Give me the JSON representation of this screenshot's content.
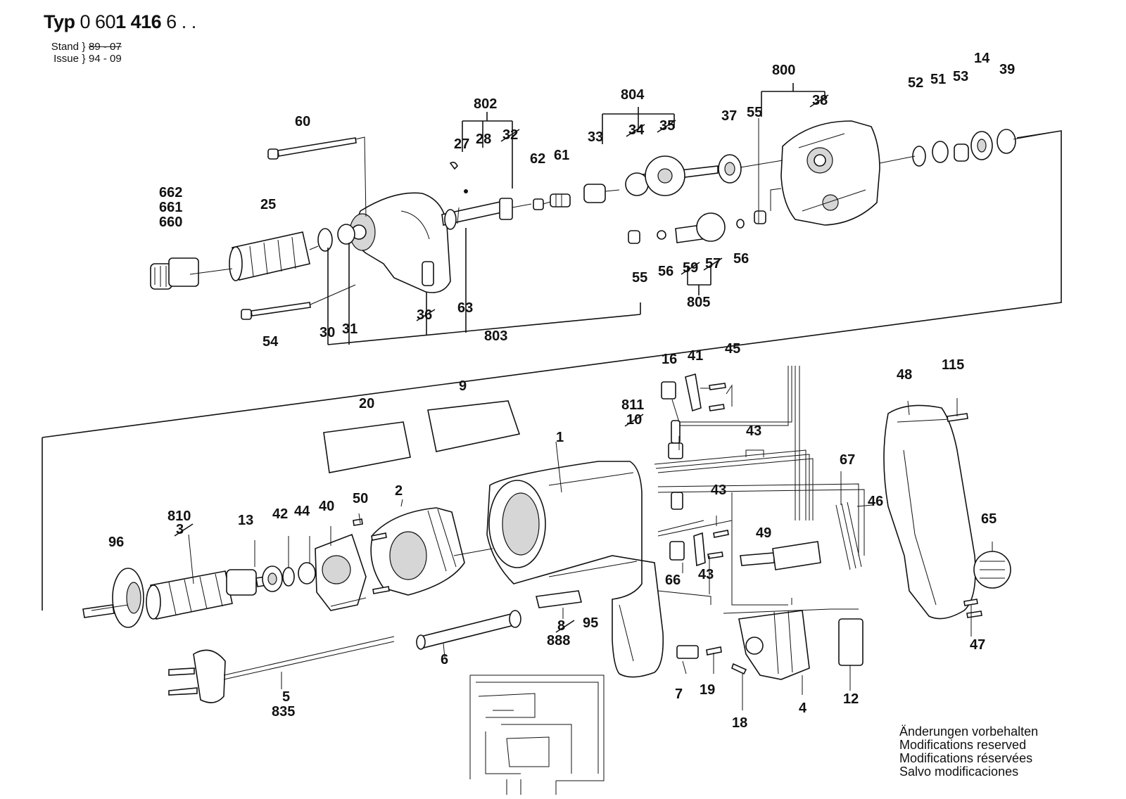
{
  "header": {
    "typ_label": "Typ",
    "typ_prefix": "0 60",
    "typ_bold": "1 416",
    "typ_suffix": "6 . .",
    "stand_label": "Stand",
    "stand_value": "89 - 07",
    "issue_label": "Issue",
    "issue_value": "94 - 09"
  },
  "notes": [
    "Änderungen vorbehalten",
    "Modifications reserved",
    "Modifications réservées",
    "Salvo modificaciones"
  ],
  "parts": {
    "p1": "1",
    "p2": "2",
    "p3": "3",
    "p4": "4",
    "p5": "5",
    "p6": "6",
    "p7": "7",
    "p8": "8",
    "p9": "9",
    "p10": "10",
    "p12": "12",
    "p13": "13",
    "p14": "14",
    "p16": "16",
    "p18": "18",
    "p19": "19",
    "p20": "20",
    "p25": "25",
    "p27": "27",
    "p28": "28",
    "p30": "30",
    "p31": "31",
    "p32": "32",
    "p33": "33",
    "p34": "34",
    "p35": "35",
    "p36": "36",
    "p37": "37",
    "p38": "38",
    "p39": "39",
    "p40": "40",
    "p41": "41",
    "p42": "42",
    "p43": "43",
    "p44": "44",
    "p45": "45",
    "p46": "46",
    "p47": "47",
    "p48": "48",
    "p49": "49",
    "p50": "50",
    "p51": "51",
    "p52": "52",
    "p53": "53",
    "p54": "54",
    "p55": "55",
    "p56": "56",
    "p57": "57",
    "p59": "59",
    "p60": "60",
    "p61": "61",
    "p62": "62",
    "p63": "63",
    "p65": "65",
    "p66": "66",
    "p67": "67",
    "p95": "95",
    "p96": "96",
    "p115": "115",
    "p660": "660",
    "p661": "661",
    "p662": "662",
    "p800": "800",
    "p802": "802",
    "p803": "803",
    "p804": "804",
    "p805": "805",
    "p810": "810",
    "p811": "811",
    "p835": "835",
    "p888": "888"
  }
}
